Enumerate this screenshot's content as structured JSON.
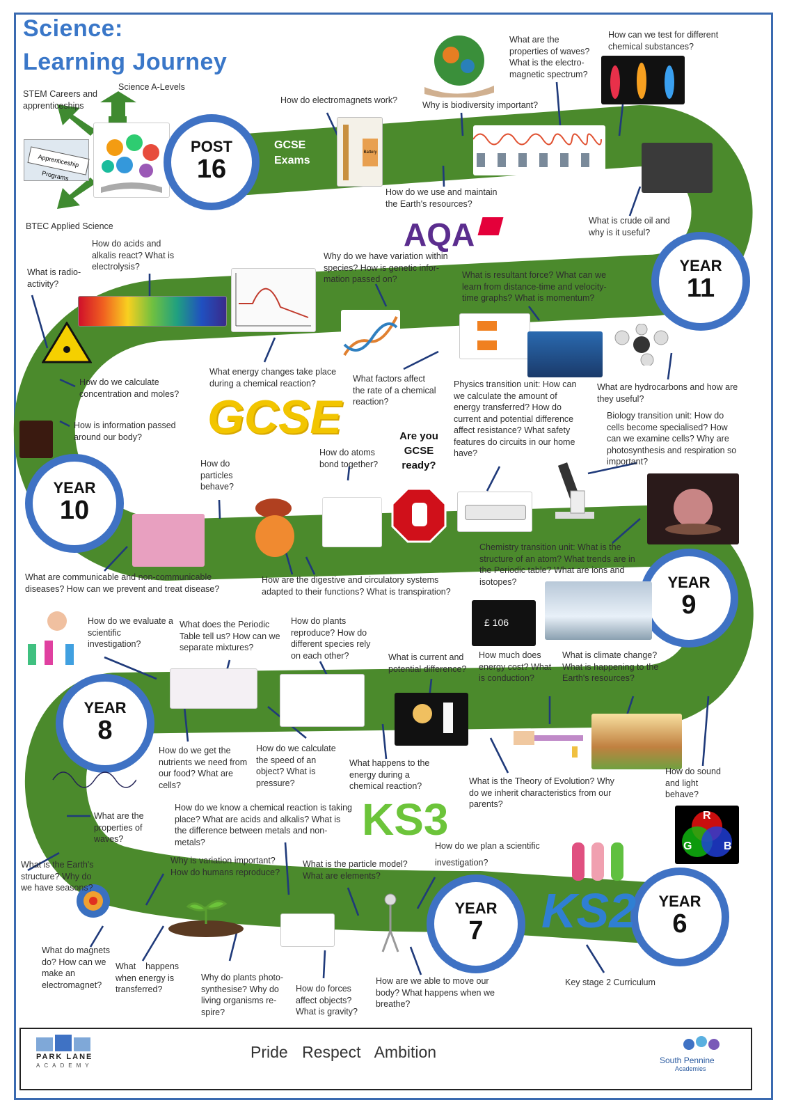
{
  "title": {
    "line1": "Science:",
    "line2": "Learning Journey"
  },
  "badges": {
    "post16": {
      "top": "POST",
      "num": "16"
    },
    "year11": {
      "top": "YEAR",
      "num": "11"
    },
    "year10": {
      "top": "YEAR",
      "num": "10"
    },
    "year9": {
      "top": "YEAR",
      "num": "9"
    },
    "year8": {
      "top": "YEAR",
      "num": "8"
    },
    "year7": {
      "top": "YEAR",
      "num": "7"
    },
    "year6": {
      "top": "YEAR",
      "num": "6"
    }
  },
  "stage_labels": {
    "gcse_exams": "GCSE Exams",
    "gcse_ready": "Are you GCSE ready?",
    "aqa": "AQA",
    "gcse": "GCSE",
    "ks3": "KS3",
    "ks2": "KS2"
  },
  "post16": {
    "stem": "STEM Careers and apprenticeships",
    "alevels": "Science A-Levels",
    "btec": "BTEC Applied Science",
    "sign": "Apprenticeship Programs"
  },
  "topics": {
    "electromagnets": "How do electromagnets work?",
    "biodiversity": "Why is biodiversity important?",
    "waves_em": "What are the properties of waves? What is the electro-magnetic spectrum?",
    "chem_test": "How can we test for different chemical substances?",
    "earth_resources": "How do we use and maintain the Earth's resources?",
    "crude_oil": "What is crude oil and why is it useful?",
    "acids_alkalis": "How do acids and alkalis react? What is electrolysis?",
    "radioactivity": "What is radio-activity?",
    "variation": "Why do we have variation within species? How is genetic infor-mation passed on?",
    "resultant_force": "What is resultant force? What can we learn from distance-time and velocity-time graphs? What is momentum?",
    "energy_changes": "What energy changes take place during a chemical reaction?",
    "rate": "What factors affect the rate of a chemical reaction?",
    "concentration": "How do we calculate concentration and moles?",
    "info_body": "How is information passed around our body?",
    "physics_transition": "Physics transition unit: How can we calculate the amount of energy transferred? How do current and potential difference affect resistance? What safety features do circuits in our home have?",
    "hydrocarbons": "What are  hydrocarbons and how are they useful?",
    "biology_transition": "Biology transition unit: How do cells become specialised? How can we examine cells? Why are photosynthesis and respiration so important?",
    "particles": "How do particles behave?",
    "atoms_bond": "How do atoms bond together?",
    "disease": "What are communicable and non-communicable diseases? How can we prevent and treat disease?",
    "digestive": "How are  the digestive and circulatory systems adapted to their functions? What is transpiration?",
    "chemistry_transition": "Chemistry transition unit: What is the structure of an atom? What trends are in the Periodic table? What are ions and isotopes?",
    "evaluate": "How do we evaluate a scientific investigation?",
    "periodic": "What does the Periodic Table tell us? How can we separate mixtures?",
    "plants_reproduce": "How do plants reproduce? How do different species rely on each other?",
    "current_pd": "What is current and potential difference?",
    "energy_cost": "How much does energy cost? What is conduction?",
    "climate": "What is climate change? What is happening to the Earth's resources?",
    "nutrients": "How do we get the nutrients we need from our food? What are cells?",
    "speed": "How do we calculate the speed of an object? What is pressure?",
    "energy_reaction": "What happens to the energy during a chemical reaction?",
    "evolution": "What is the Theory of Evolution? Why do we inherit characteristics from our parents?",
    "sound_light": "How do sound and light behave?",
    "waves": "What are the properties of waves?",
    "chem_reaction": "How do we know a chemical reaction is taking place? What are acids and alkalis? What is the difference between metals and non-metals?",
    "earth_structure": "What is the Earth's structure? Why do we have seasons?",
    "variation_ks3": "Why is variation important? How do humans reproduce?",
    "particle_model": "What is the particle model? What are  elements?",
    "plan_investigation": "How do we plan a scientific investigation?",
    "magnets": "What do magnets do? How can we make an electromagnet?",
    "energy_transferred": "What    happens when energy is transferred?",
    "photosynthesis": "Why do plants photo-synthesise? Why do living organisms re-spire?",
    "forces": "How do forces affect objects? What is gravity?",
    "move_body": "How are we able to move our body? What happens when we breathe?",
    "ks2_curriculum": "Key stage 2 Curriculum"
  },
  "image_text": {
    "battery": "Battery",
    "smart_meter": "£ 106",
    "rgb": [
      "R",
      "G",
      "B"
    ]
  },
  "footer": {
    "motto": "Pride  Respect  Ambition",
    "school": "PARK LANE",
    "school_sub": "ACADEMY",
    "trust": "South Pennine",
    "trust_sub": "Academies"
  },
  "colors": {
    "road": "#4b8a2c",
    "badge_ring": "#3f72c4",
    "title": "#3a77c8",
    "leader": "#1f3a7a",
    "aqa": "#5b2d8e",
    "gcse": "#f2c500",
    "ks3": "#6cc43a",
    "ks2": "#2f7fd3"
  }
}
